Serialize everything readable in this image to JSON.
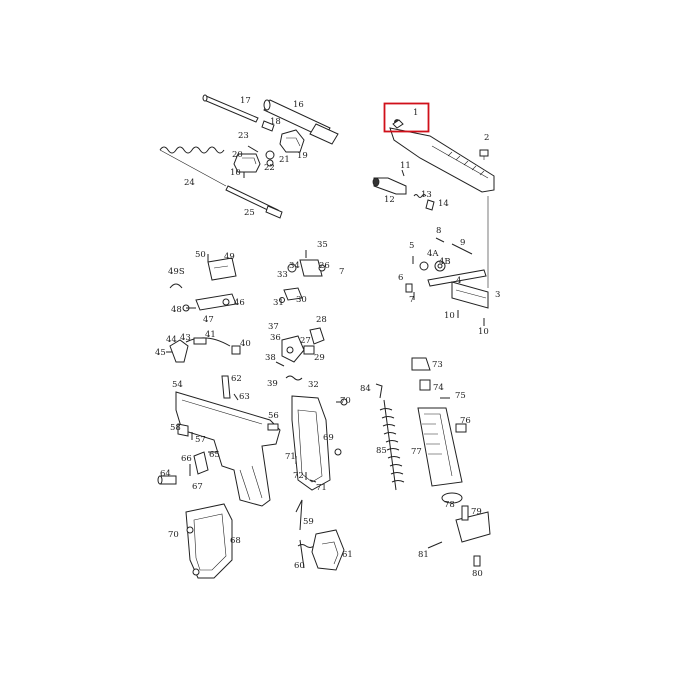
{
  "diagram": {
    "type": "exploded-parts-diagram",
    "highlight_color": "#d0101a",
    "line_color": "#222222",
    "background": "#ffffff",
    "highlighted_part": "1",
    "parts": [
      {
        "id": "p1",
        "label": "1"
      },
      {
        "id": "p2",
        "label": "2"
      },
      {
        "id": "p3",
        "label": "3"
      },
      {
        "id": "p4",
        "label": "4"
      },
      {
        "id": "p4a",
        "label": "4A"
      },
      {
        "id": "p4b",
        "label": "4B"
      },
      {
        "id": "p5",
        "label": "5"
      },
      {
        "id": "p6",
        "label": "6"
      },
      {
        "id": "p7",
        "label": "7"
      },
      {
        "id": "p7b",
        "label": "7"
      },
      {
        "id": "p8",
        "label": "8"
      },
      {
        "id": "p9",
        "label": "9"
      },
      {
        "id": "p10a",
        "label": "10"
      },
      {
        "id": "p10b",
        "label": "10"
      },
      {
        "id": "p10c",
        "label": "10"
      },
      {
        "id": "p11",
        "label": "11"
      },
      {
        "id": "p12",
        "label": "12"
      },
      {
        "id": "p13",
        "label": "13"
      },
      {
        "id": "p14",
        "label": "14"
      },
      {
        "id": "p16",
        "label": "16"
      },
      {
        "id": "p17",
        "label": "17"
      },
      {
        "id": "p18",
        "label": "18"
      },
      {
        "id": "p19",
        "label": "19"
      },
      {
        "id": "p20",
        "label": "20"
      },
      {
        "id": "p21",
        "label": "21"
      },
      {
        "id": "p22",
        "label": "22"
      },
      {
        "id": "p23",
        "label": "23"
      },
      {
        "id": "p24",
        "label": "24"
      },
      {
        "id": "p25",
        "label": "25"
      },
      {
        "id": "p26",
        "label": "26"
      },
      {
        "id": "p27",
        "label": "27"
      },
      {
        "id": "p28",
        "label": "28"
      },
      {
        "id": "p29",
        "label": "29"
      },
      {
        "id": "p30",
        "label": "30"
      },
      {
        "id": "p31",
        "label": "31"
      },
      {
        "id": "p32",
        "label": "32"
      },
      {
        "id": "p33",
        "label": "33"
      },
      {
        "id": "p34",
        "label": "34"
      },
      {
        "id": "p35",
        "label": "35"
      },
      {
        "id": "p36",
        "label": "36"
      },
      {
        "id": "p37",
        "label": "37"
      },
      {
        "id": "p38",
        "label": "38"
      },
      {
        "id": "p39",
        "label": "39"
      },
      {
        "id": "p40",
        "label": "40"
      },
      {
        "id": "p41",
        "label": "41"
      },
      {
        "id": "p43",
        "label": "43"
      },
      {
        "id": "p44",
        "label": "44"
      },
      {
        "id": "p45",
        "label": "45"
      },
      {
        "id": "p46",
        "label": "46"
      },
      {
        "id": "p47",
        "label": "47"
      },
      {
        "id": "p48",
        "label": "48"
      },
      {
        "id": "p49",
        "label": "49"
      },
      {
        "id": "p49s",
        "label": "49S"
      },
      {
        "id": "p50",
        "label": "50"
      },
      {
        "id": "p54",
        "label": "54"
      },
      {
        "id": "p56",
        "label": "56"
      },
      {
        "id": "p57",
        "label": "57"
      },
      {
        "id": "p58",
        "label": "58"
      },
      {
        "id": "p59",
        "label": "59"
      },
      {
        "id": "p60",
        "label": "60"
      },
      {
        "id": "p61",
        "label": "61"
      },
      {
        "id": "p62",
        "label": "62"
      },
      {
        "id": "p63",
        "label": "63"
      },
      {
        "id": "p64",
        "label": "64"
      },
      {
        "id": "p65",
        "label": "65"
      },
      {
        "id": "p66",
        "label": "66"
      },
      {
        "id": "p67",
        "label": "67"
      },
      {
        "id": "p68",
        "label": "68"
      },
      {
        "id": "p69",
        "label": "69"
      },
      {
        "id": "p70a",
        "label": "70"
      },
      {
        "id": "p70b",
        "label": "70"
      },
      {
        "id": "p71a",
        "label": "71"
      },
      {
        "id": "p71b",
        "label": "71"
      },
      {
        "id": "p72",
        "label": "72"
      },
      {
        "id": "p73",
        "label": "73"
      },
      {
        "id": "p74",
        "label": "74"
      },
      {
        "id": "p75",
        "label": "75"
      },
      {
        "id": "p76",
        "label": "76"
      },
      {
        "id": "p77",
        "label": "77"
      },
      {
        "id": "p78",
        "label": "78"
      },
      {
        "id": "p79",
        "label": "79"
      },
      {
        "id": "p80",
        "label": "80"
      },
      {
        "id": "p81",
        "label": "81"
      },
      {
        "id": "p84",
        "label": "84"
      },
      {
        "id": "p85",
        "label": "85"
      }
    ]
  }
}
